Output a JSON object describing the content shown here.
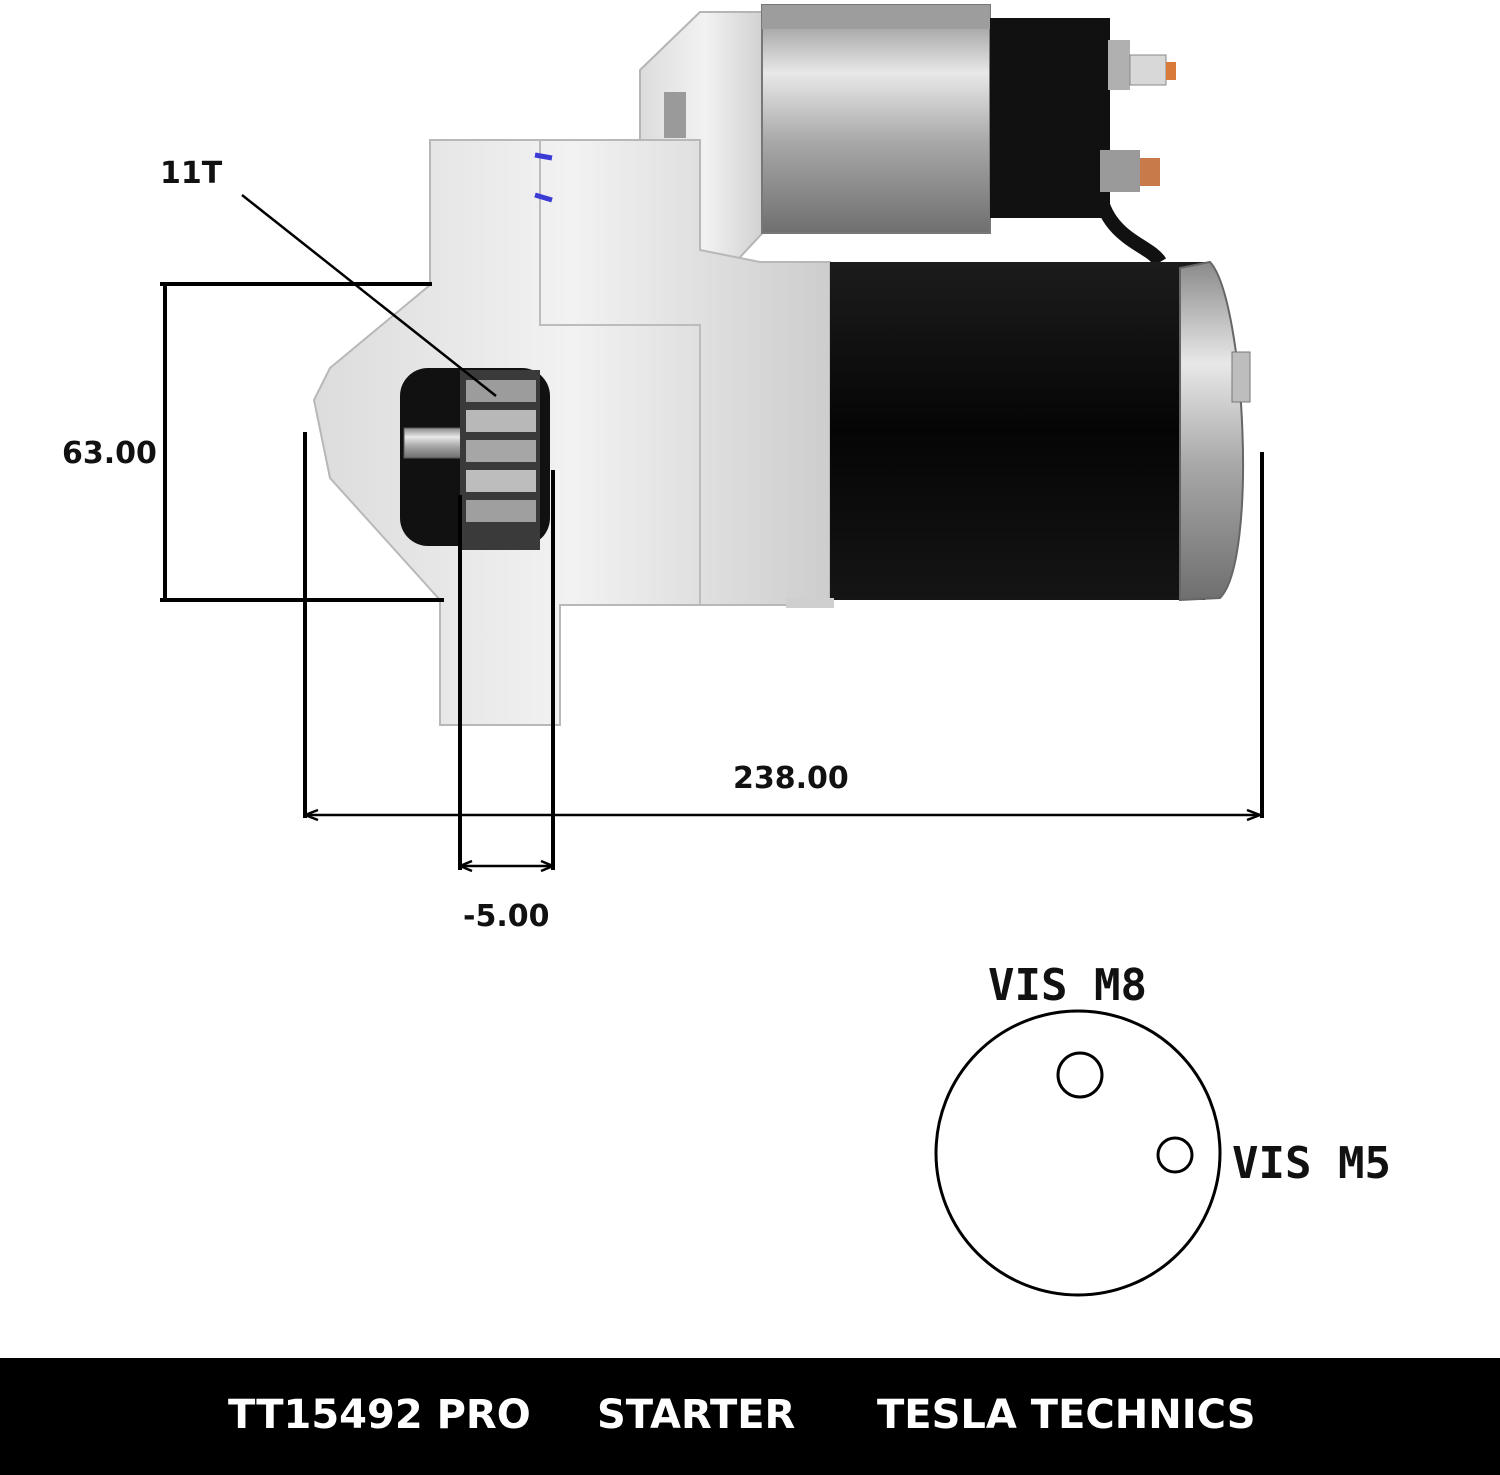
{
  "diagram": {
    "pinion_teeth_label": "11T",
    "dimensions": {
      "height": "63.00",
      "length": "238.00",
      "offset": "-5.00"
    },
    "connector": {
      "large_terminal": "VIS M8",
      "small_terminal": "VIS M5"
    }
  },
  "footer": {
    "part_number": "TT15492 PRO",
    "product_type": "STARTER",
    "brand": "TESLA TECHNICS"
  },
  "colors": {
    "footer_bg": "#000000",
    "footer_text": "#ffffff",
    "motor_body": "#0d0d0d",
    "housing": "#d9d9d9"
  }
}
